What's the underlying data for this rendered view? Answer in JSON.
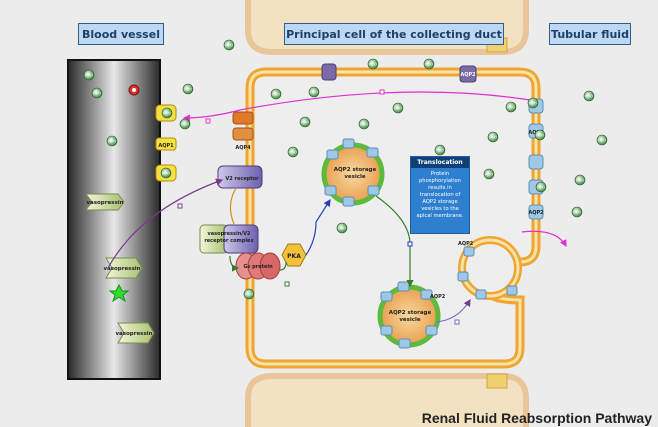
{
  "headers": {
    "blood_vessel": "Blood vessel",
    "principal_cell": "Principal cell of the collecting duct",
    "tubular_fluid": "Tubular fluid"
  },
  "labels": {
    "vasopressin": "vasopressin",
    "aqp1": "AQP1",
    "aqp4": "AQP4",
    "aqp2": "AQP2",
    "v2_receptor": "V2 receptor",
    "complex_line1": "vasopressin/V2",
    "complex_line2": "receptor complex",
    "gs_protein": "Gs protein",
    "pka": "PKA",
    "vesicle_line1": "AQP2 storage",
    "vesicle_line2": "vesicle",
    "water": "H2O"
  },
  "callout": {
    "title": "Translocation",
    "body": "Protein phosphorylation results in translocation of AQP2 storage vesicles to the apical membrane."
  },
  "footer": {
    "title": "Renal Fluid Reabsorption Pathway"
  },
  "colors": {
    "header_fill": "#bcd8f3",
    "membrane_orange": "#f0a530",
    "membrane_cream": "#f7e2a8",
    "vesicle_ring_green": "#5cba3c",
    "channel_blue": "#9fc8e6",
    "arrow_magenta": "#e030d0",
    "arrow_purple": "#7a3a8a",
    "receptor_purple": "#8070b8",
    "pka_yellow": "#f3c23a",
    "gs_red": "#e07a7a",
    "aqp1_yellow": "#f5e040",
    "water_green": "#3d8a3d",
    "star_green": "#2ee02e"
  }
}
